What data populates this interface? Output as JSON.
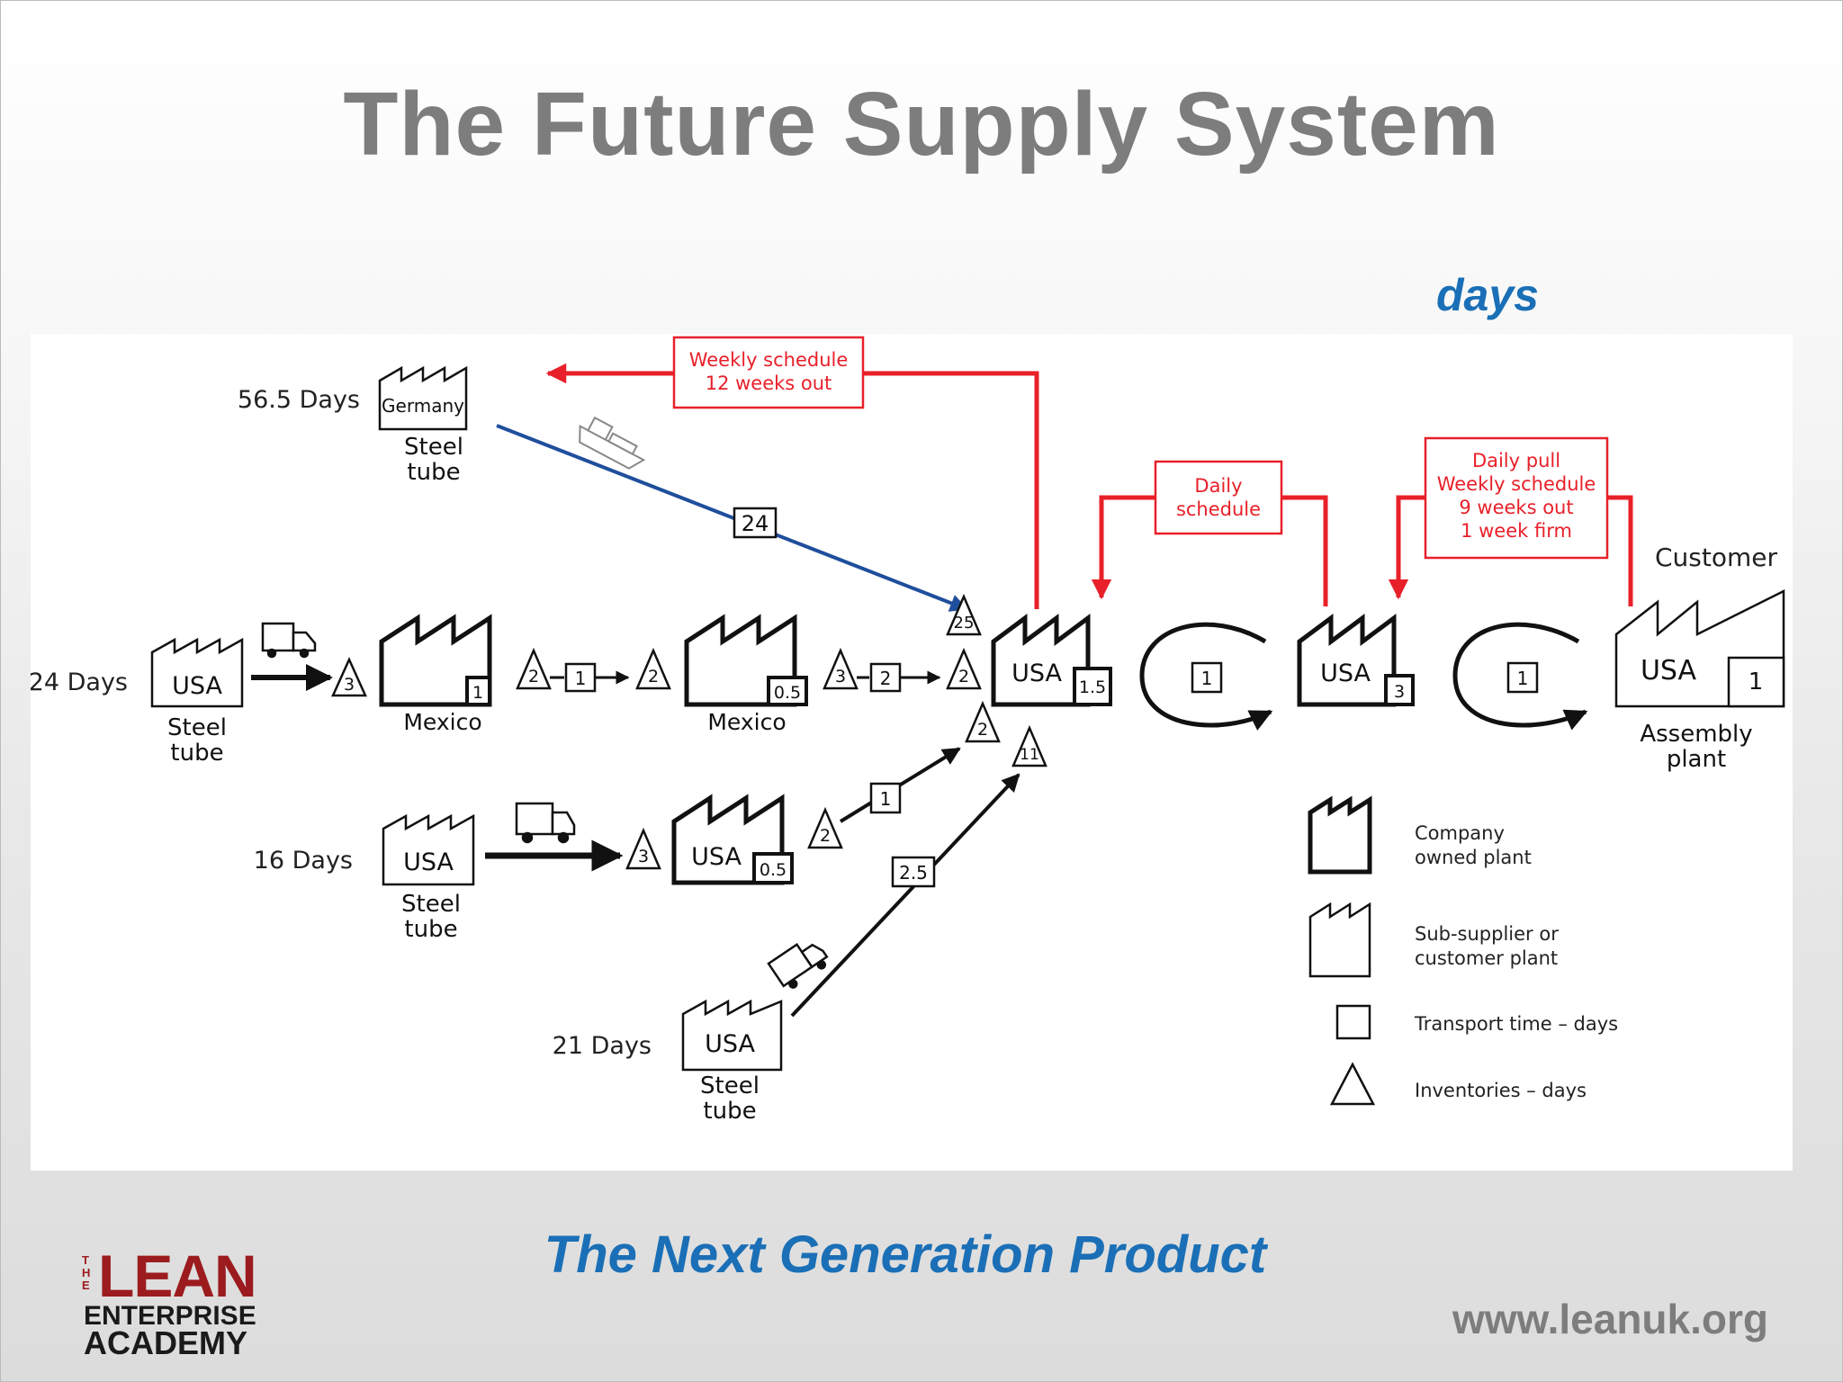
{
  "slide": {
    "title": "The Future Supply System",
    "days_label": "days",
    "subtitle": "The Next Generation Product",
    "url": "www.leanuk.org",
    "logo": {
      "the": "THE",
      "lean": "LEAN",
      "enterprise": "ENTERPRISE",
      "academy": "ACADEMY"
    }
  },
  "diagram": {
    "colors": {
      "info_flow": "#e8202a",
      "ship_flow": "#1f4e9c",
      "line": "#111111"
    },
    "schedules": {
      "weekly": [
        "Weekly schedule",
        "12 weeks out"
      ],
      "daily": [
        "Daily",
        "schedule"
      ],
      "daily_pull": [
        "Daily pull",
        "Weekly schedule",
        "9 weeks out",
        "1 week firm"
      ]
    },
    "suppliers": {
      "germany": {
        "days": "56.5 Days",
        "name": "Germany",
        "label": [
          "Steel",
          "tube"
        ]
      },
      "usa_24": {
        "days": "24 Days",
        "name": "USA",
        "label": [
          "Steel",
          "tube"
        ]
      },
      "usa_16": {
        "days": "16 Days",
        "name": "USA",
        "label": [
          "Steel",
          "tube"
        ]
      },
      "usa_21": {
        "days": "21 Days",
        "name": "USA",
        "label": [
          "Steel",
          "tube"
        ]
      }
    },
    "plants": {
      "mexico1": {
        "name": "Mexico",
        "value": "1"
      },
      "mexico2": {
        "name": "Mexico",
        "value": "0.5"
      },
      "usa_tube": {
        "name": "USA",
        "value": "0.5"
      },
      "usa_main": {
        "name": "USA",
        "value": "1.5"
      },
      "usa_next": {
        "name": "USA",
        "value": "3"
      },
      "assembly": {
        "name": "USA",
        "value": "1",
        "label": [
          "Assembly",
          "plant"
        ],
        "header": "Customer"
      }
    },
    "inventories": {
      "a": "3",
      "b": "2",
      "c": "2",
      "d": "3",
      "e": "2",
      "f": "25",
      "g": "2",
      "h": "11",
      "i": "3",
      "j": "2"
    },
    "transports": {
      "ship": "24",
      "t1": "1",
      "t2": "2",
      "t3": "1",
      "t4": "2.5",
      "loop1": "1",
      "loop2": "1"
    },
    "legend": {
      "company_plant": [
        "Company",
        "owned plant"
      ],
      "sub_supplier": [
        "Sub-supplier or",
        "customer plant"
      ],
      "transport": "Transport time – days",
      "inventory": "Inventories – days"
    }
  }
}
